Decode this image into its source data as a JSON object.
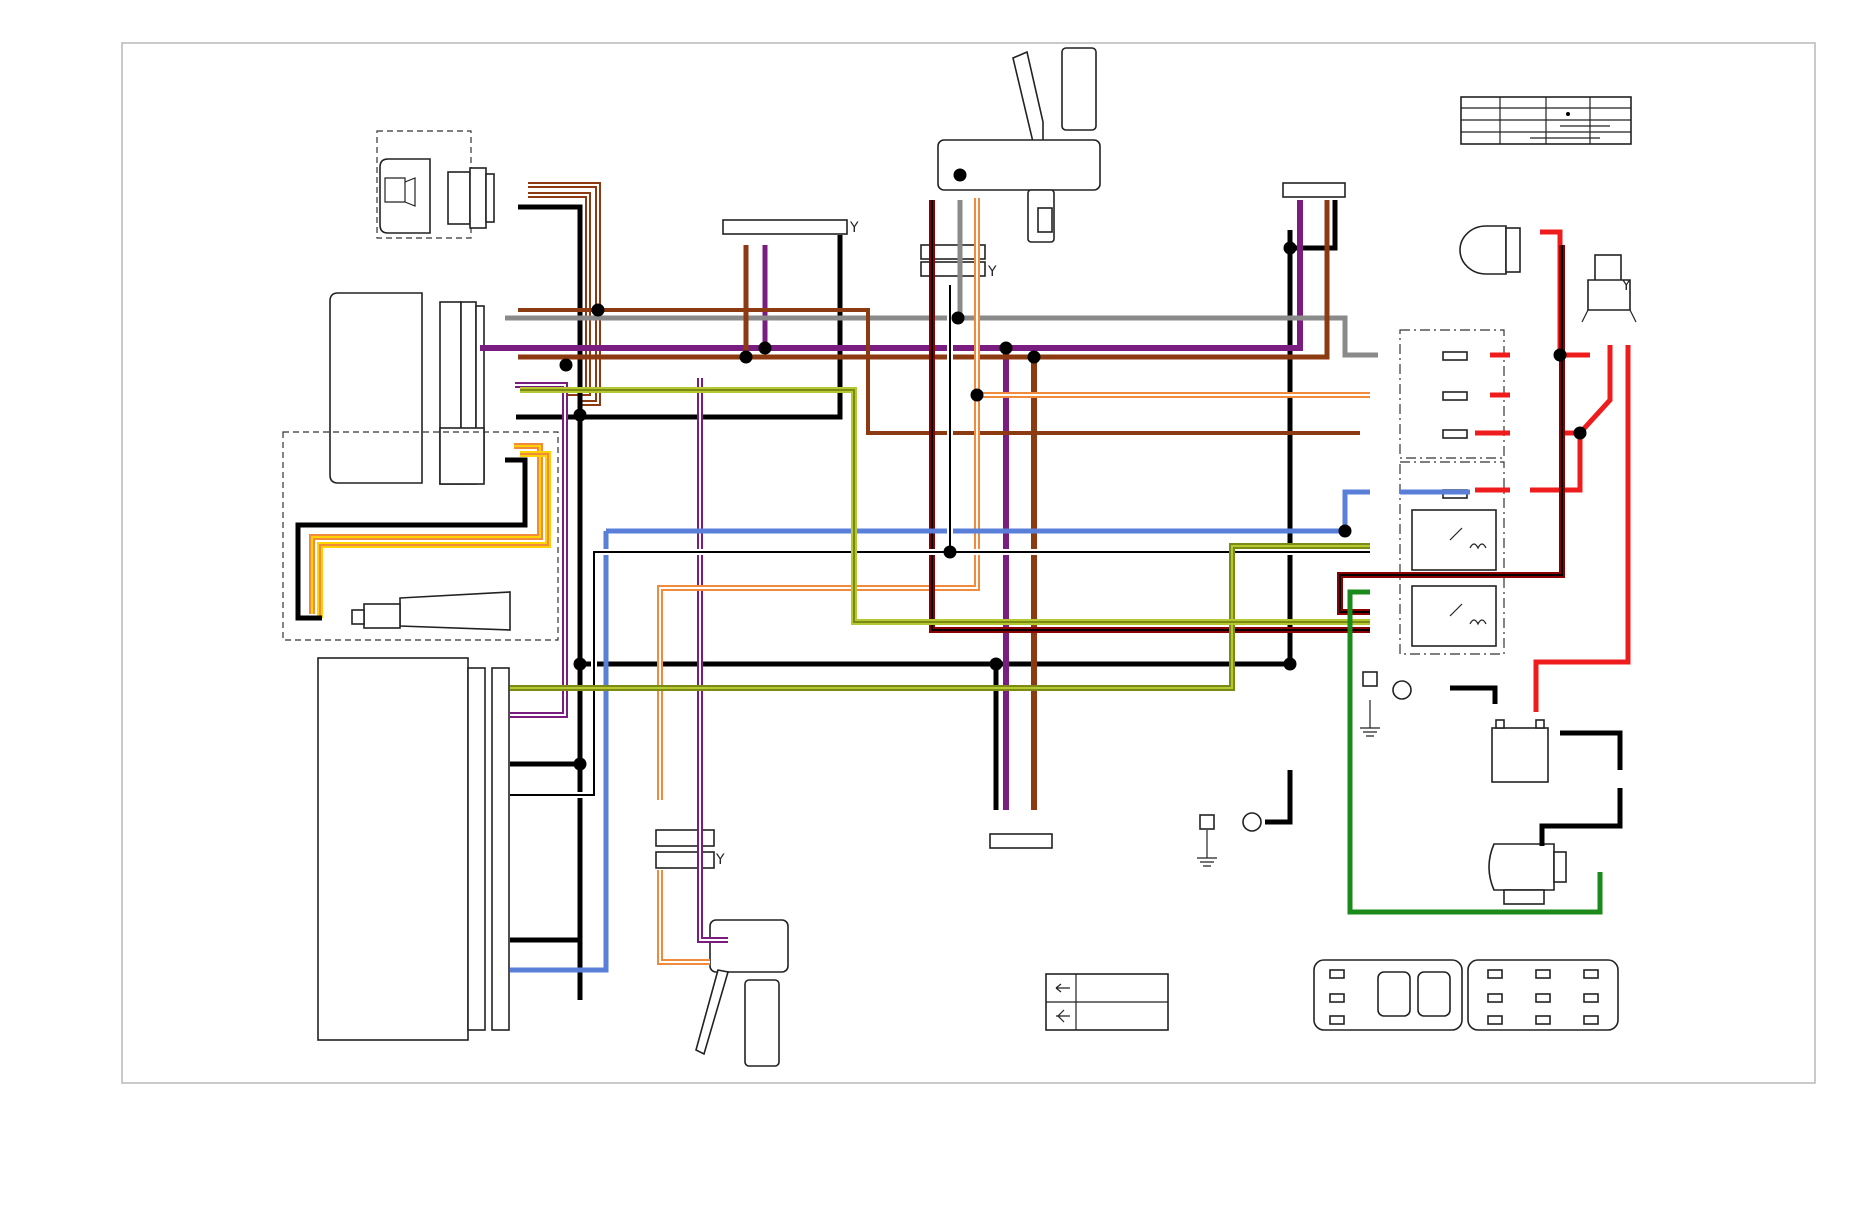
{
  "diagram": {
    "type": "wiring-diagram",
    "text_marks": [
      "Y",
      "Y",
      "Y",
      "Y"
    ],
    "wire_colors": {
      "black": "#000000",
      "purple": "#7a1d80",
      "brown": "#8c3a12",
      "gray": "#8a8a8a",
      "orange": "#f08a3c",
      "red": "#ee1c1c",
      "dark_red": "#8b0000",
      "blue": "#5a7fd8",
      "green": "#1a8a1a",
      "olive": "#7b8a12",
      "yellow_green": "#b5c832",
      "yellow": "#ffd200",
      "white": "#ffffff"
    },
    "icons": [
      "speaker-icon",
      "headlamp-bulb-icon",
      "relay-icon",
      "battery-icon",
      "starter-motor-icon",
      "ground-icon",
      "throttle-grip-icon",
      "clutch-lever-icon",
      "key-switch-icon",
      "ring-terminal-icon"
    ]
  }
}
